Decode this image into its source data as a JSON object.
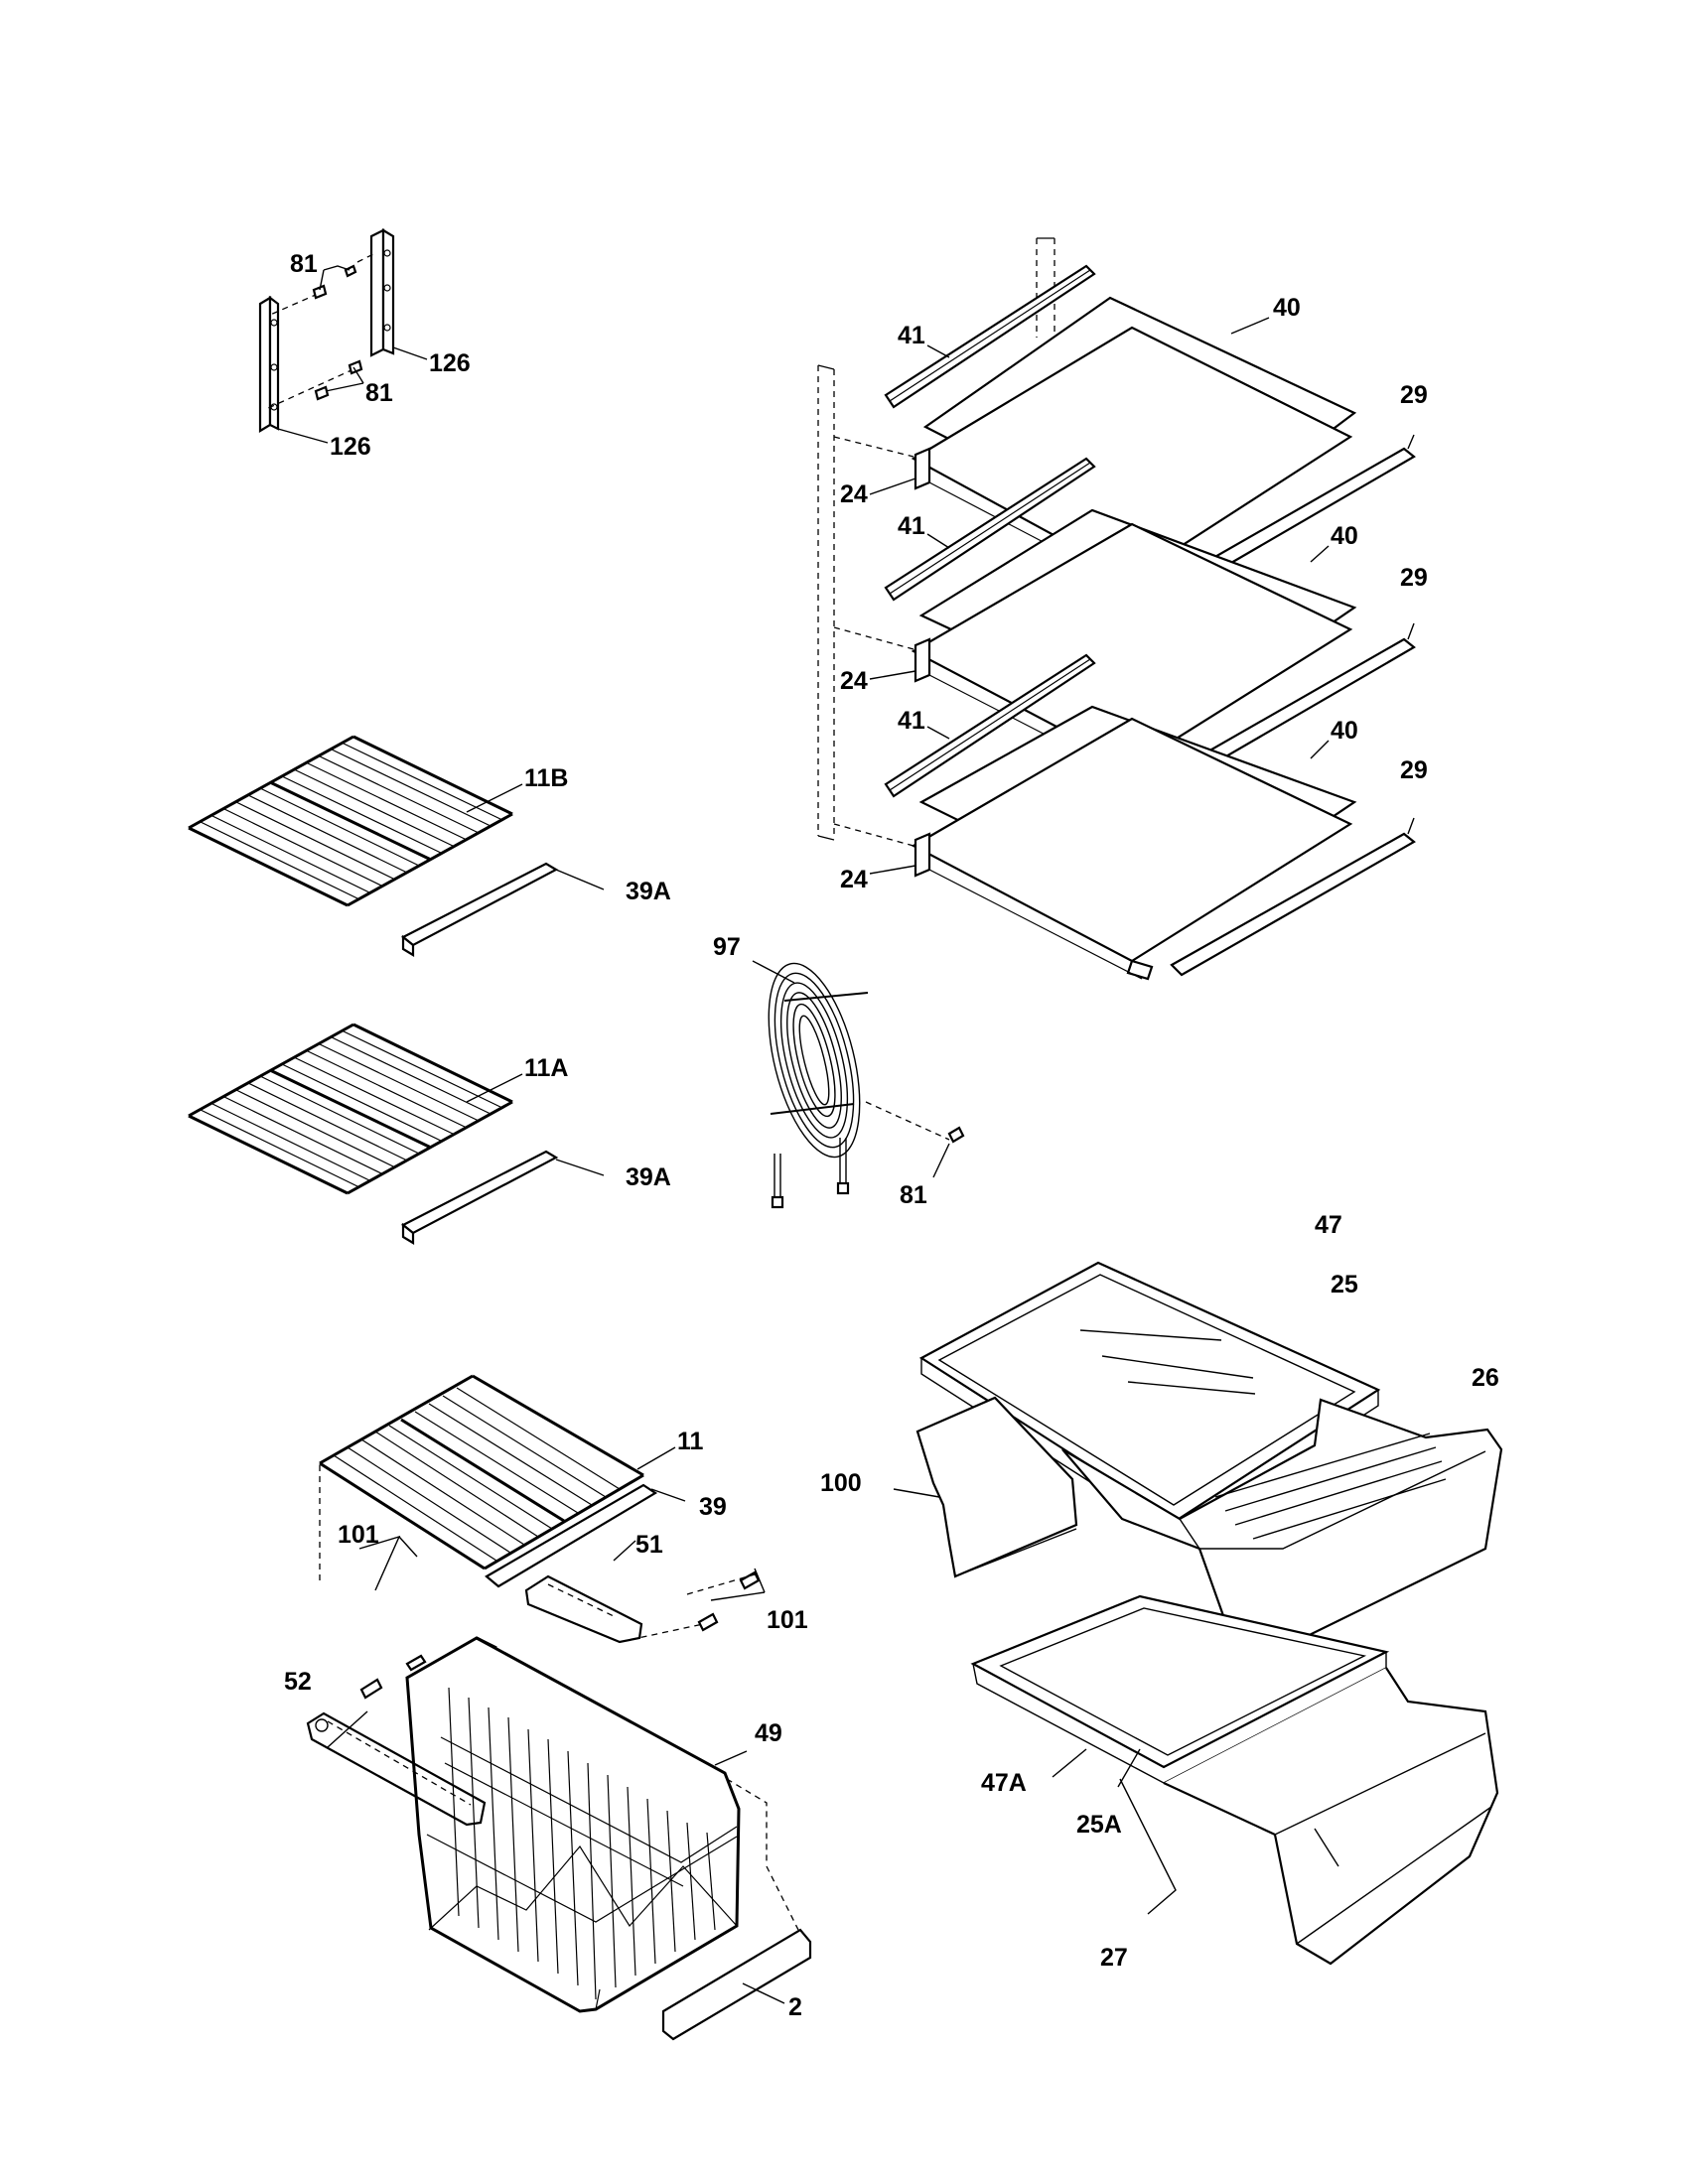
{
  "callouts": {
    "c81_top": "81",
    "c81_mid": "81",
    "c126_right": "126",
    "c126_left": "126",
    "c41_1": "41",
    "c40_1": "40",
    "c29_1": "29",
    "c24_1": "24",
    "c41_2": "41",
    "c40_2": "40",
    "c29_2": "29",
    "c24_2": "24",
    "c41_3": "41",
    "c40_3": "40",
    "c29_3": "29",
    "c24_3": "24",
    "c11B": "11B",
    "c39A_1": "39A",
    "c11A": "11A",
    "c39A_2": "39A",
    "c97": "97",
    "c81_coil": "81",
    "c47": "47",
    "c25": "25",
    "c26": "26",
    "c100": "100",
    "c11": "11",
    "c39": "39",
    "c101_left": "101",
    "c51": "51",
    "c101_right": "101",
    "c52": "52",
    "c49": "49",
    "c47A": "47A",
    "c25A": "25A",
    "c27": "27",
    "c2": "2"
  },
  "colors": {
    "ink": "#000000",
    "paper": "#ffffff"
  }
}
